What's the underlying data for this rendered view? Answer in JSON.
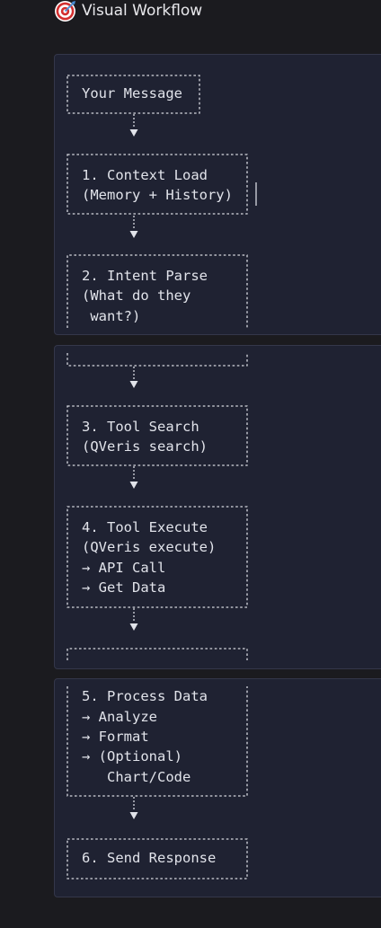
{
  "heading": {
    "icon": "target-icon",
    "text": "Visual Workflow"
  },
  "steps": {
    "s0": {
      "lines": [
        "Your Message"
      ]
    },
    "s1": {
      "lines": [
        "1. Context Load",
        "(Memory + History)"
      ]
    },
    "s2": {
      "lines": [
        "2. Intent Parse",
        "(What do they",
        " want?)"
      ]
    },
    "s3": {
      "lines": [
        "3. Tool Search",
        "(QVeris search)"
      ]
    },
    "s4": {
      "lines": [
        "4. Tool Execute",
        "(QVeris execute)",
        "→ API Call",
        "→ Get Data"
      ]
    },
    "s5": {
      "lines": [
        "5. Process Data",
        "→ Analyze",
        "→ Format",
        "→ (Optional)",
        "   Chart/Code"
      ]
    },
    "s6": {
      "lines": [
        "6. Send Response"
      ]
    }
  },
  "colors": {
    "background": "#1b1b1f",
    "panel": "#1f2232",
    "panel_border": "#34374a",
    "text": "#e1e3ea"
  }
}
